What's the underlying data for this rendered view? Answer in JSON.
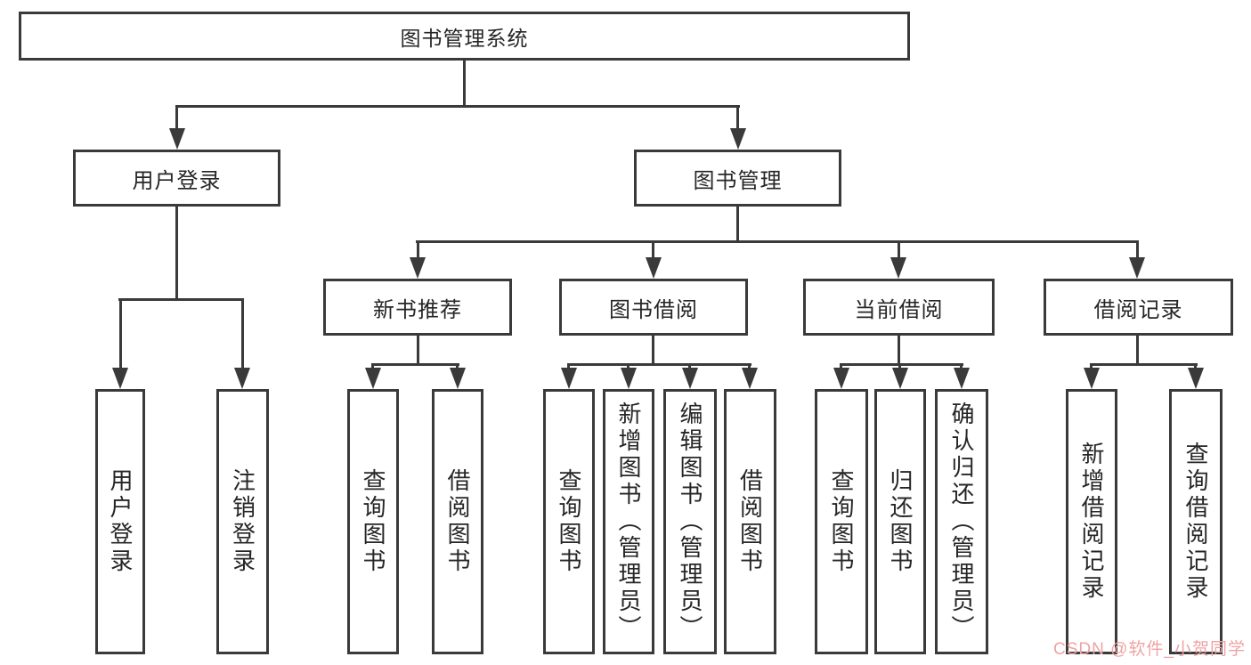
{
  "diagram_type": "hierarchy-tree",
  "colors": {
    "line": "#3a3a3a",
    "text": "#262626",
    "bg": "#ffffff",
    "watermark": "#efa3a3"
  },
  "tree": {
    "label": "图书管理系统",
    "children": [
      {
        "label": "用户登录",
        "children": [
          {
            "label": "用户登录"
          },
          {
            "label": "注销登录"
          }
        ]
      },
      {
        "label": "图书管理",
        "children": [
          {
            "label": "新书推荐",
            "children": [
              {
                "label": "查询图书"
              },
              {
                "label": "借阅图书"
              }
            ]
          },
          {
            "label": "图书借阅",
            "children": [
              {
                "label": "查询图书"
              },
              {
                "label": "新增图书（管理员）"
              },
              {
                "label": "编辑图书（管理员）"
              },
              {
                "label": "借阅图书"
              }
            ]
          },
          {
            "label": "当前借阅",
            "children": [
              {
                "label": "查询图书"
              },
              {
                "label": "归还图书"
              },
              {
                "label": "确认归还（管理员）"
              }
            ]
          },
          {
            "label": "借阅记录",
            "children": [
              {
                "label": "新增借阅记录"
              },
              {
                "label": "查询借阅记录"
              }
            ]
          }
        ]
      }
    ]
  },
  "watermark": {
    "text": "CSDN @软件_小贺同学"
  }
}
